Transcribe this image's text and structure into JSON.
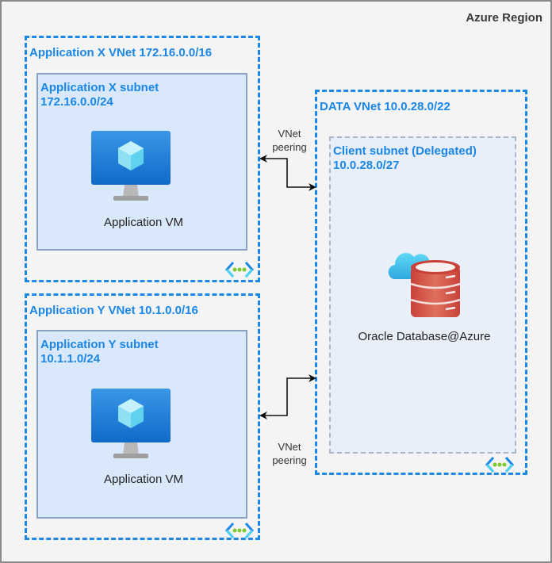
{
  "region": {
    "label": "Azure Region"
  },
  "vnets": {
    "app_x": {
      "label": "Application X VNet 172.16.0.0/16",
      "subnet": {
        "name": "Application X subnet",
        "cidr": "172.16.0.0/24"
      },
      "vm_label": "Application VM"
    },
    "app_y": {
      "label": "Application Y VNet 10.1.0.0/16",
      "subnet": {
        "name": "Application Y subnet",
        "cidr": "10.1.1.0/24"
      },
      "vm_label": "Application VM"
    },
    "data": {
      "label": "DATA VNet 10.0.28.0/22",
      "subnet": {
        "name": "Client subnet (Delegated)",
        "cidr": "10.0.28.0/27"
      },
      "db_label": "Oracle Database@Azure"
    }
  },
  "peerings": {
    "top": {
      "line1": "VNet",
      "line2": "peering"
    },
    "bottom": {
      "line1": "VNet",
      "line2": "peering"
    }
  },
  "icons": {
    "vm": "virtual-machine-icon",
    "db": "oracle-database-icon",
    "vnet": "virtual-network-icon"
  },
  "colors": {
    "vnet_border": "#1a86e8",
    "subnet_fill": "#dae8fc",
    "db_red": "#d9534f",
    "cloud": "#50c8f0"
  }
}
